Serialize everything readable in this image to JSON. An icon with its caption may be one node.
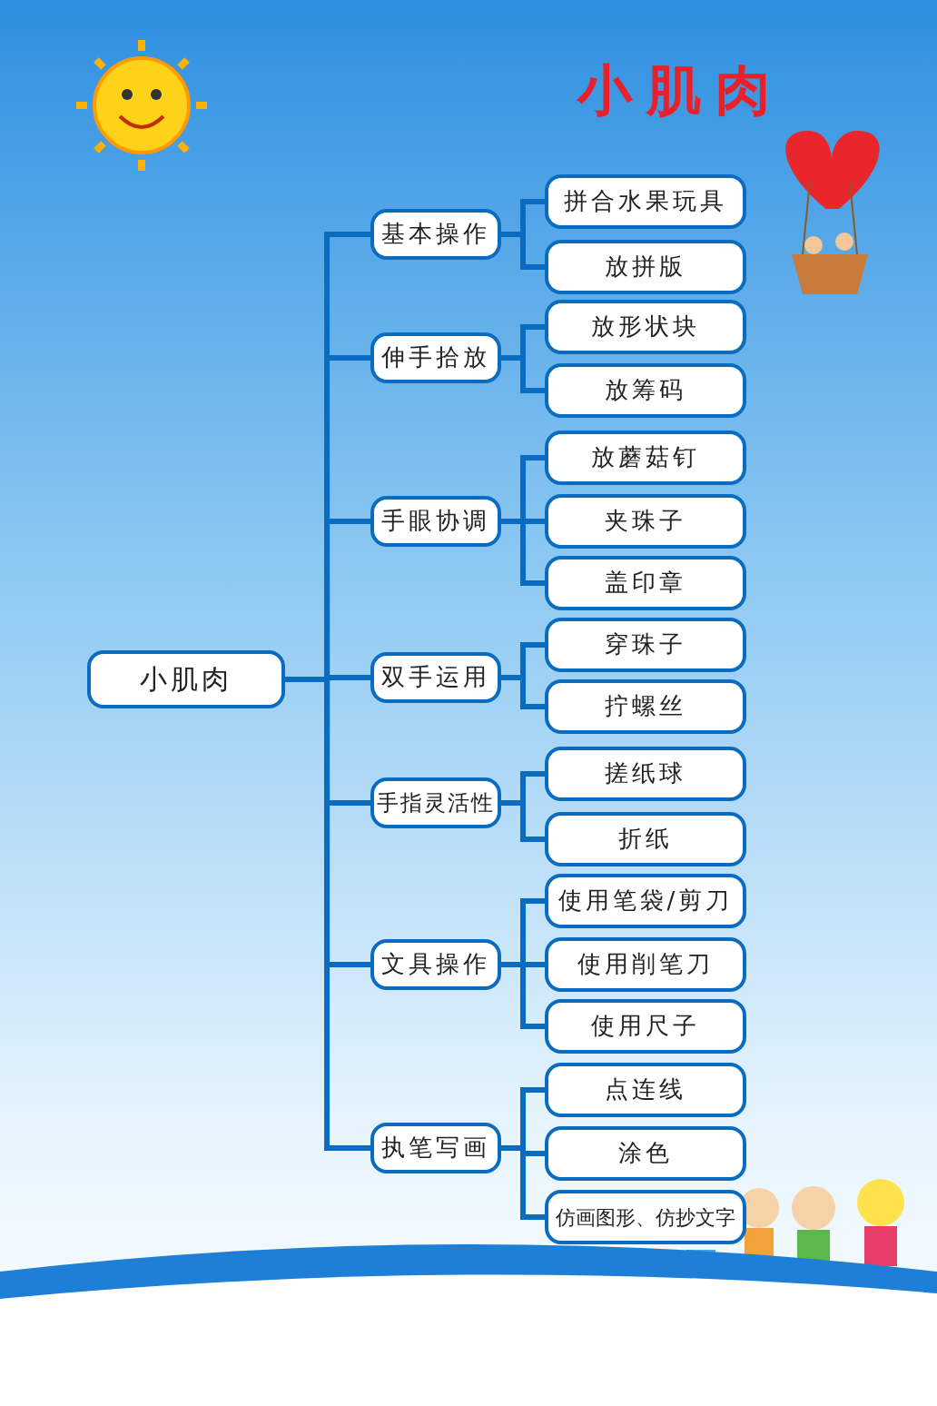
{
  "diagram": {
    "title": "小肌肉",
    "nodes": [
      {
        "text": [
          "小肌肉"
        ]
      },
      {
        "text": [
          "基本操作"
        ]
      },
      {
        "text": [
          "拼合水果玩具"
        ]
      },
      {
        "text": [
          "放拼版"
        ]
      },
      {
        "text": [
          "伸手拾放"
        ]
      },
      {
        "text": [
          "放形状块"
        ]
      },
      {
        "text": [
          "放筹码"
        ]
      },
      {
        "text": [
          "手眼协调"
        ]
      },
      {
        "text": [
          "放蘑菇钉"
        ]
      },
      {
        "text": [
          "夹珠子"
        ]
      },
      {
        "text": [
          "盖印章"
        ]
      },
      {
        "text": [
          "双手运用"
        ]
      },
      {
        "text": [
          "穿珠子"
        ]
      },
      {
        "text": [
          "拧螺丝"
        ]
      },
      {
        "text": [
          "手指灵活性"
        ]
      },
      {
        "text": [
          "搓纸球"
        ]
      },
      {
        "text": [
          "折纸"
        ]
      },
      {
        "text": [
          "文具操作"
        ]
      },
      {
        "text": [
          "使用笔袋/剪刀"
        ]
      },
      {
        "text": [
          "使用削笔刀"
        ]
      },
      {
        "text": [
          "使用尺子"
        ]
      },
      {
        "text": [
          "执笔写画"
        ]
      },
      {
        "text": [
          "点连线"
        ]
      },
      {
        "text": [
          "涂色"
        ]
      },
      {
        "text": [
          "仿画图形、仿抄文字"
        ]
      }
    ],
    "edges": [
      {
        "from": 0,
        "to": 1,
        "arrow": "none"
      },
      {
        "from": 1,
        "to": 2,
        "arrow": "none"
      },
      {
        "from": 1,
        "to": 3,
        "arrow": "none"
      },
      {
        "from": 0,
        "to": 4,
        "arrow": "none"
      },
      {
        "from": 4,
        "to": 5,
        "arrow": "none"
      },
      {
        "from": 4,
        "to": 6,
        "arrow": "none"
      },
      {
        "from": 0,
        "to": 7,
        "arrow": "none"
      },
      {
        "from": 7,
        "to": 8,
        "arrow": "none"
      },
      {
        "from": 7,
        "to": 9,
        "arrow": "none"
      },
      {
        "from": 7,
        "to": 10,
        "arrow": "none"
      },
      {
        "from": 0,
        "to": 11,
        "arrow": "none"
      },
      {
        "from": 11,
        "to": 12,
        "arrow": "none"
      },
      {
        "from": 11,
        "to": 13,
        "arrow": "none"
      },
      {
        "from": 0,
        "to": 14,
        "arrow": "none"
      },
      {
        "from": 14,
        "to": 15,
        "arrow": "none"
      },
      {
        "from": 14,
        "to": 16,
        "arrow": "none"
      },
      {
        "from": 0,
        "to": 17,
        "arrow": "none"
      },
      {
        "from": 17,
        "to": 18,
        "arrow": "none"
      },
      {
        "from": 17,
        "to": 19,
        "arrow": "none"
      },
      {
        "from": 17,
        "to": 20,
        "arrow": "none"
      },
      {
        "from": 0,
        "to": 21,
        "arrow": "none"
      },
      {
        "from": 21,
        "to": 22,
        "arrow": "none"
      },
      {
        "from": 21,
        "to": 23,
        "arrow": "none"
      },
      {
        "from": 21,
        "to": 24,
        "arrow": "none"
      }
    ]
  }
}
